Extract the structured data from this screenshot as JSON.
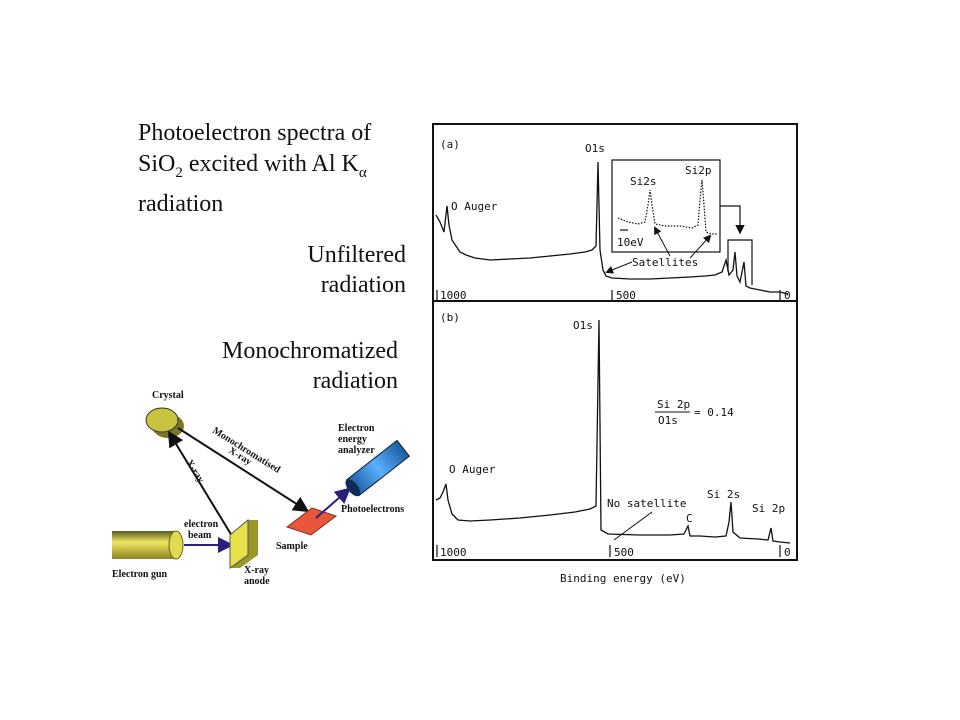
{
  "title": {
    "line1": "Photoelectron spectra of",
    "line2_pre": "SiO",
    "line2_sub": "2",
    "line2_post": " excited with Al K",
    "line2_alpha": "α",
    "line3": "radiation"
  },
  "labels": {
    "unfiltered_1": "Unfiltered",
    "unfiltered_2": "radiation",
    "mono_1": "Monochromatized",
    "mono_2": "radiation"
  },
  "spectrum_a": {
    "panel": "(a)",
    "peak_o1s": "O1s",
    "auger": "O Auger",
    "si2s": "Si2s",
    "si2p": "Si2p",
    "scale": "10eV",
    "satellites": "Satellites",
    "tick_1000": "1000",
    "tick_500": "500",
    "tick_0": "0"
  },
  "spectrum_b": {
    "panel": "(b)",
    "peak_o1s": "O1s",
    "auger": "O Auger",
    "ratio_num": "Si 2p",
    "ratio_den": "O1s",
    "ratio_val": "= 0.14",
    "no_satellite": "No satellite",
    "c": "C",
    "si2s": "Si 2s",
    "si2p": "Si 2p",
    "tick_1000": "1000",
    "tick_500": "500",
    "tick_0": "0"
  },
  "x_axis_label": "Binding energy (eV)",
  "setup": {
    "crystal": "Crystal",
    "mono_xray_1": "Monochromatised",
    "mono_xray_2": "X-ray",
    "xray": "X-ray",
    "analyzer_1": "Electron",
    "analyzer_2": "energy",
    "analyzer_3": "analyzer",
    "electron_beam_1": "electron",
    "electron_beam_2": "beam",
    "photoelectrons": "Photoelectrons",
    "sample": "Sample",
    "electron_gun": "Electron gun",
    "anode_1": "X-ray",
    "anode_2": "anode"
  },
  "colors": {
    "crystal": "#c8c440",
    "anode": "#e6e24a",
    "sample": "#e8563c",
    "analyzer": "#2c82c9",
    "beam_arrow": "#2a1f7a",
    "gun": "#d8d040"
  }
}
